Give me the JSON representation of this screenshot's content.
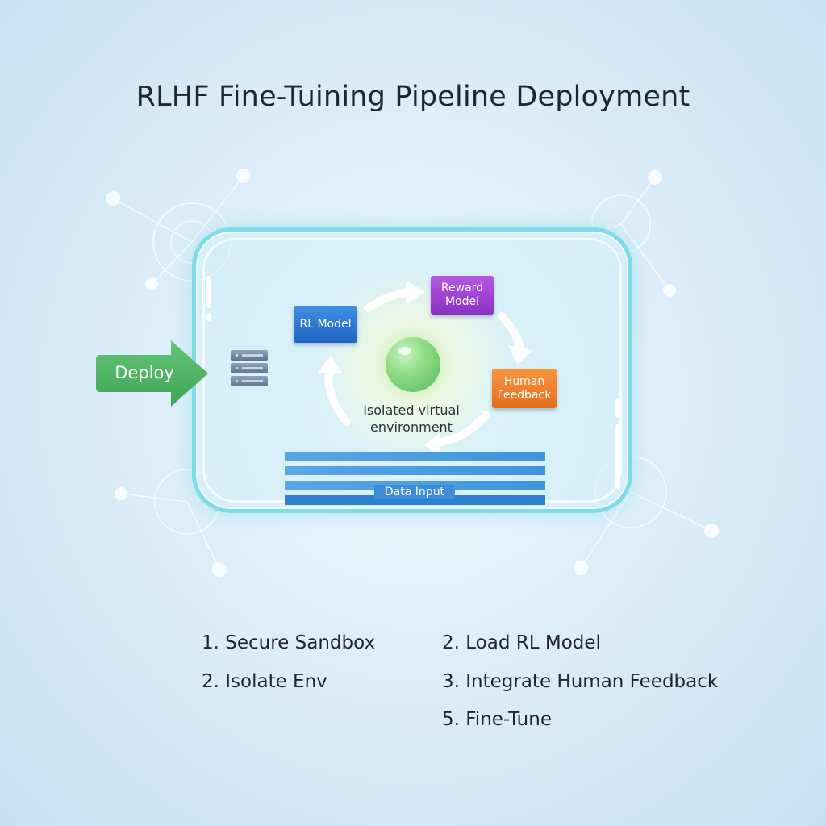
{
  "title": "RLHF Fine-Tuining Pipeline Deployment",
  "deploy": {
    "label": "Deploy",
    "color": "#4fb465"
  },
  "sandbox": {
    "border_color": "#7fdbe8",
    "nodes": {
      "rl_model": {
        "label": "RL Model",
        "color": "#2a73d2"
      },
      "reward_model": {
        "label": "Reward\nModel",
        "color": "#9c3fd2"
      },
      "human_feedback": {
        "label": "Human\nFeedback",
        "color": "#ef7e2c"
      }
    },
    "center_label": "Isolated virtual\nenvironment",
    "data_input_label": "Data Input",
    "icons": [
      "server-icon",
      "orb-icon",
      "cycle-arrow-icon"
    ]
  },
  "steps": {
    "left": [
      "1. Secure Sandbox",
      "2. Isolate Env"
    ],
    "right": [
      "2. Load RL Model",
      "3. Integrate Human Feedback",
      "5. Fine-Tune"
    ]
  }
}
